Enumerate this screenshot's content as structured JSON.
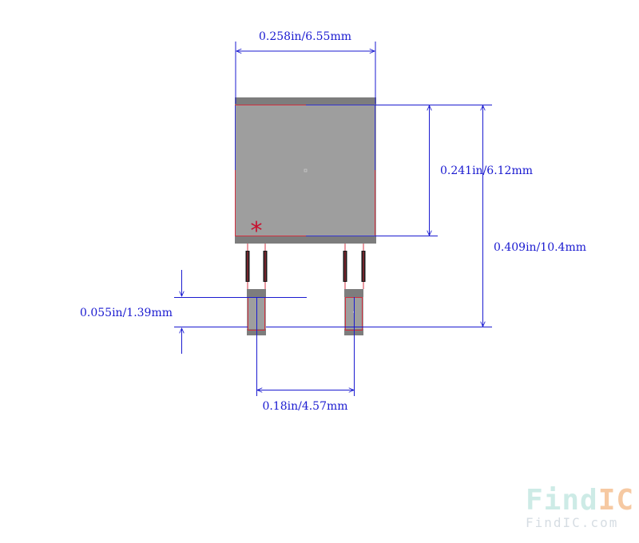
{
  "dimensions": {
    "body_width": "0.258in/6.55mm",
    "body_height": "0.241in/6.12mm",
    "overall_height": "0.409in/10.4mm",
    "pad_height": "0.055in/1.39mm",
    "pad_pitch": "0.18in/4.57mm"
  },
  "pin1_marker": "*",
  "watermark": {
    "logo_find": "Find",
    "logo_ic": "IC",
    "url": "FindIC.com"
  },
  "colors": {
    "dimension_line": "#1a1ad0",
    "body_fill": "#9e9e9e",
    "body_band": "#7a7a7a",
    "outline_red": "#d03040",
    "pin_mark": "#c8102e",
    "lead_dark": "#1a1a1a",
    "watermark_teal": "#cdebe6",
    "watermark_orange": "#f6c9a2"
  }
}
